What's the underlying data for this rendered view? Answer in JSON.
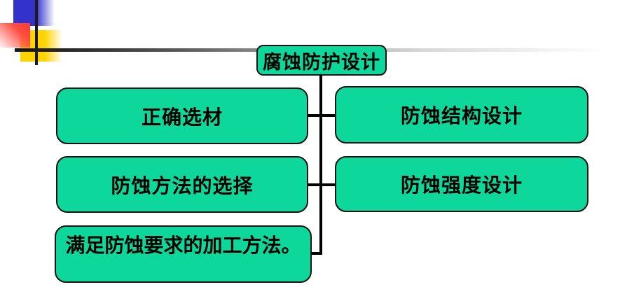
{
  "slide": {
    "title_node": "腐蚀防护设计",
    "nodes": {
      "left": [
        "正确选材",
        "防蚀方法的选择",
        "满足防蚀要求的加工方法。"
      ],
      "right": [
        "防蚀结构设计",
        "防蚀强度设计"
      ]
    },
    "colors": {
      "node_fill": "#0ED79B",
      "node_border": "#111111",
      "connector_line": "#000000",
      "divider_dark": "#161616",
      "accent_blue": "#3333CC",
      "accent_yellow": "#FFD400",
      "accent_red": "#FF3B30"
    },
    "diagram_structure": {
      "type": "flowchart",
      "root": "腐蚀防护设计",
      "children": [
        "正确选材",
        "防蚀结构设计",
        "防蚀方法的选择",
        "防蚀强度设计",
        "满足防蚀要求的加工方法。"
      ]
    }
  }
}
